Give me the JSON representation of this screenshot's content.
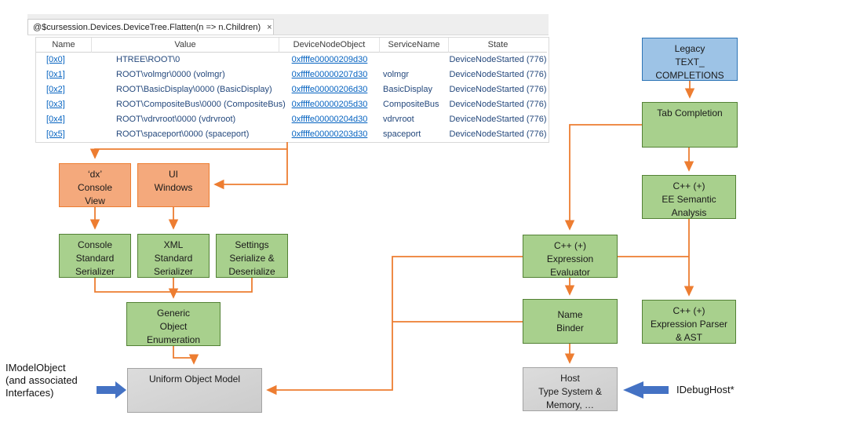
{
  "tab": {
    "title": "@$cursession.Devices.DeviceTree.Flatten(n => n.Children)",
    "close_label": "×"
  },
  "table": {
    "columns": [
      "Name",
      "Value",
      "DeviceNodeObject",
      "ServiceName",
      "State"
    ],
    "rows": [
      {
        "name": "[0x0]",
        "value": "HTREE\\ROOT\\0",
        "device_node_object": "0xffffe00000209d30",
        "service_name": "",
        "state": "DeviceNodeStarted (776)"
      },
      {
        "name": "[0x1]",
        "value": "ROOT\\volmgr\\0000 (volmgr)",
        "device_node_object": "0xffffe00000207d30",
        "service_name": "volmgr",
        "state": "DeviceNodeStarted (776)"
      },
      {
        "name": "[0x2]",
        "value": "ROOT\\BasicDisplay\\0000 (BasicDisplay)",
        "device_node_object": "0xffffe00000206d30",
        "service_name": "BasicDisplay",
        "state": "DeviceNodeStarted (776)"
      },
      {
        "name": "[0x3]",
        "value": "ROOT\\CompositeBus\\0000 (CompositeBus)",
        "device_node_object": "0xffffe00000205d30",
        "service_name": "CompositeBus",
        "state": "DeviceNodeStarted (776)"
      },
      {
        "name": "[0x4]",
        "value": "ROOT\\vdrvroot\\0000 (vdrvroot)",
        "device_node_object": "0xffffe00000204d30",
        "service_name": "vdrvroot",
        "state": "DeviceNodeStarted (776)"
      },
      {
        "name": "[0x5]",
        "value": "ROOT\\spaceport\\0000 (spaceport)",
        "device_node_object": "0xffffe00000203d30",
        "service_name": "spaceport",
        "state": "DeviceNodeStarted (776)"
      }
    ]
  },
  "diagram": {
    "boxes": {
      "legacy": {
        "lines": [
          "Legacy",
          "TEXT_",
          "COMPLETIONS"
        ]
      },
      "tab_completion": {
        "lines": [
          "Tab Completion"
        ]
      },
      "ee_semantic": {
        "lines": [
          "C++ (+)",
          "EE Semantic",
          "Analysis"
        ]
      },
      "expr_parser": {
        "lines": [
          "C++ (+)",
          "Expression Parser",
          "& AST"
        ]
      },
      "expr_evaluator": {
        "lines": [
          "C++ (+)",
          "Expression",
          "Evaluator"
        ]
      },
      "name_binder": {
        "lines": [
          "Name",
          "Binder"
        ]
      },
      "host": {
        "lines": [
          "Host",
          "Type System &",
          "Memory, …"
        ]
      },
      "dx_console": {
        "lines": [
          "‘dx’",
          "Console",
          "View"
        ]
      },
      "ui_windows": {
        "lines": [
          "UI",
          "Windows"
        ]
      },
      "console_serializer": {
        "lines": [
          "Console",
          "Standard",
          "Serializer"
        ]
      },
      "xml_serializer": {
        "lines": [
          "XML",
          "Standard",
          "Serializer"
        ]
      },
      "settings_serializer": {
        "lines": [
          "Settings",
          "Serialize &",
          "Deserialize"
        ]
      },
      "generic_enum": {
        "lines": [
          "Generic",
          "Object",
          "Enumeration"
        ]
      },
      "uniform_model": {
        "lines": [
          "Uniform Object Model"
        ]
      }
    },
    "labels": {
      "imodelobject": {
        "lines": [
          "IModelObject",
          "(and associated",
          "Interfaces)"
        ]
      },
      "idebughost": "IDebugHost*"
    },
    "colors": {
      "connector_orange": "#ED7D31",
      "box_orange_fill": "#F4A97C",
      "box_green_fill": "#A8D08D",
      "box_green_border": "#538135",
      "box_blue_fill": "#9DC3E6",
      "box_blue_border": "#2E75B6",
      "box_gray_fill": "#D6D6D6",
      "block_arrow_blue": "#4472C4",
      "link_blue": "#0563C1",
      "table_value_blue": "#25497D"
    }
  }
}
